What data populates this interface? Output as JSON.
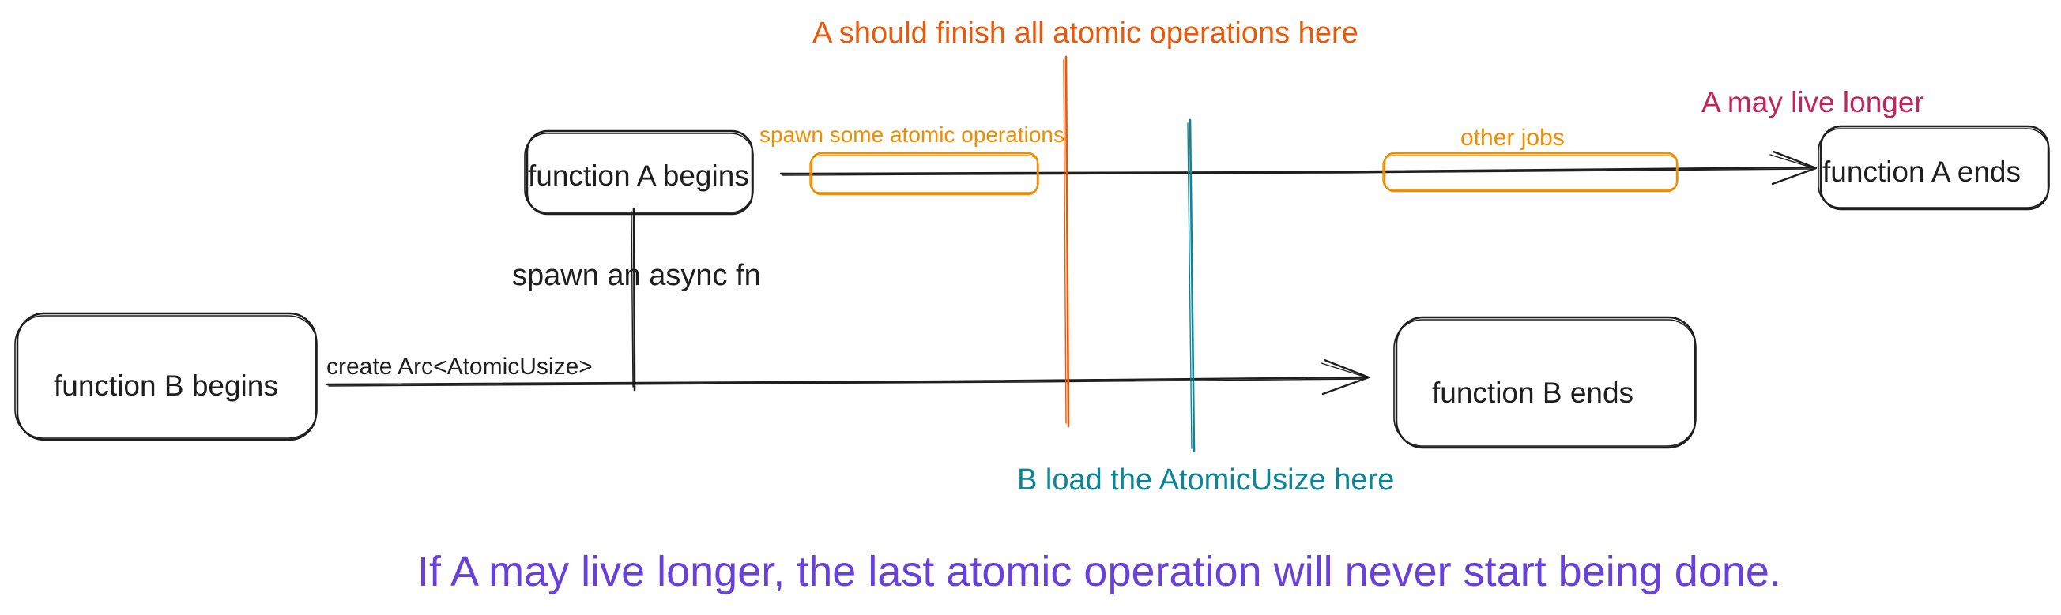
{
  "colors": {
    "ink": "#1e1e1e",
    "red_orange": "#e8590c",
    "orange": "#f08c00",
    "teal": "#0c8599",
    "magenta": "#c2255c",
    "purple": "#6741d9"
  },
  "boxes": {
    "function_a_begins": "function A begins",
    "function_a_ends": "function A ends",
    "function_b_begins": "function B begins",
    "function_b_ends": "function B ends"
  },
  "labels": {
    "a_should_finish": "A should finish all atomic operations here",
    "a_may_live_longer": "A may live longer",
    "spawn_atomic_ops": "spawn some atomic operations",
    "other_jobs": "other jobs",
    "spawn_async_fn": "spawn an async fn",
    "create_arc": "create Arc<AtomicUsize>",
    "b_load": "B load the AtomicUsize here",
    "conclusion": "If A may live longer, the last atomic operation will never start being done."
  }
}
